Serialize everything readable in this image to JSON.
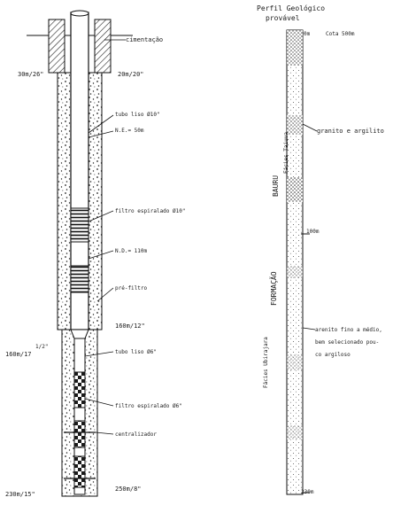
{
  "well": {
    "label_cementation": "cimentação",
    "label_top_left": "30m/26\"",
    "label_top_right": "20m/20\"",
    "label_casing": "tubo liso Ø10\"",
    "label_static_level": "N.E.= 50m",
    "label_screen_10": "filtro espiralado Ø10\"",
    "label_dynamic_level": "N.D.= 110m",
    "label_prefilter": "pré-filtro",
    "label_depth_160": "160m/12\"",
    "label_left_mid": "160m/17",
    "label_left_mid_frac": "1/2\"",
    "label_casing_6": "tubo liso Ø6\"",
    "label_screen_6": "filtro espiralado Ø6\"",
    "label_centralizer": "centralizador",
    "label_bottom_left": "230m/15\"",
    "label_bottom_right": "250m/8\""
  },
  "profile": {
    "title_line1": "Perfil Geológico",
    "title_line2": "provável",
    "label_top_depth": "0m",
    "label_cota": "Cota 500m",
    "label_granite_argilite": "granito e argilito",
    "label_100m": "100m",
    "label_arenito_1": "arenito fino a médio,",
    "label_arenito_2": "bem selecionado pou-",
    "label_arenito_3": "co argiloso",
    "label_bottom_depth": "230m",
    "vertical_bauru": "BAURU",
    "vertical_facies_taiuva": "Fácies Taiuva",
    "vertical_formacao": "FORMAÇÃO",
    "vertical_facies_ubirajara": "Fácies Ubirajara"
  }
}
